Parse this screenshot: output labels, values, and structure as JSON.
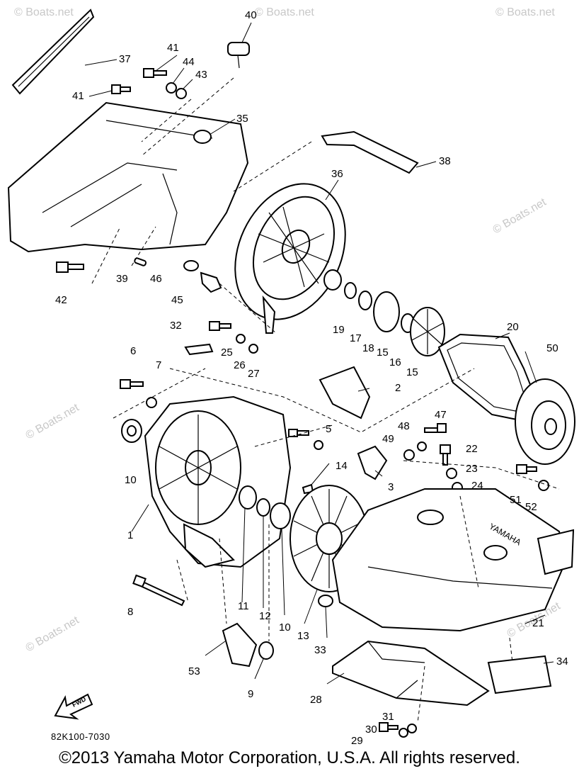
{
  "diagram_code": "82K100-7030",
  "copyright": "©2013 Yamaha Motor Corporation, U.S.A. All rights reserved.",
  "watermark": "© Boats.net",
  "fwd_label": "FWD",
  "emblem_text": "YAMAHA",
  "callouts": [
    "37",
    "40",
    "41",
    "44",
    "43",
    "41",
    "35",
    "38",
    "36",
    "42",
    "39",
    "46",
    "45",
    "19",
    "17",
    "18",
    "15",
    "16",
    "15",
    "20",
    "50",
    "32",
    "25",
    "26",
    "27",
    "6",
    "7",
    "2",
    "10",
    "5",
    "47",
    "48",
    "49",
    "22",
    "14",
    "23",
    "3",
    "24",
    "51",
    "52",
    "1",
    "11",
    "12",
    "10",
    "13",
    "33",
    "21",
    "8",
    "34",
    "53",
    "9",
    "28",
    "31",
    "30",
    "29"
  ]
}
